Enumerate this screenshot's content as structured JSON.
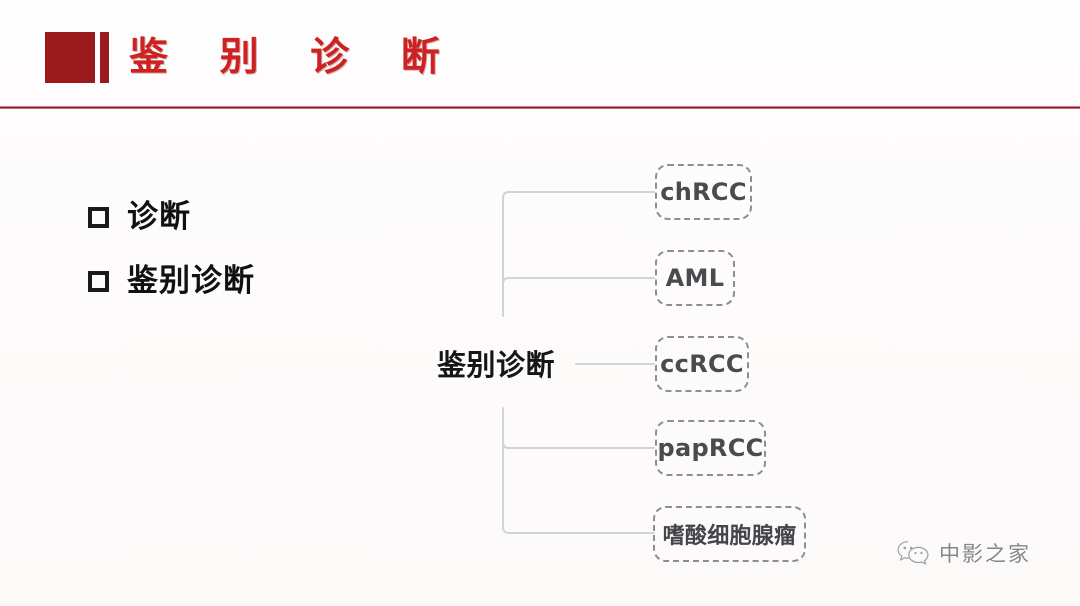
{
  "slide": {
    "background_color": "#fdfbfb",
    "header": {
      "title": "鉴 别 诊 断",
      "accent_color": "#9b1b1d",
      "title_color": "#cc2222",
      "rule_color": "#8e1a22"
    },
    "bullets": [
      {
        "label": "诊断"
      },
      {
        "label": "鉴别诊断"
      }
    ],
    "mindmap": {
      "root_label": "鉴别诊断",
      "line_color": "#d2d2d4",
      "node_border_color": "#8e8e92",
      "nodes": [
        {
          "label": "chRCC"
        },
        {
          "label": "AML"
        },
        {
          "label": "ccRCC"
        },
        {
          "label": "papRCC"
        },
        {
          "label": "嗜酸细胞腺瘤"
        }
      ]
    },
    "watermark": {
      "text": "中影之家",
      "icon": "wechat-icon"
    }
  }
}
